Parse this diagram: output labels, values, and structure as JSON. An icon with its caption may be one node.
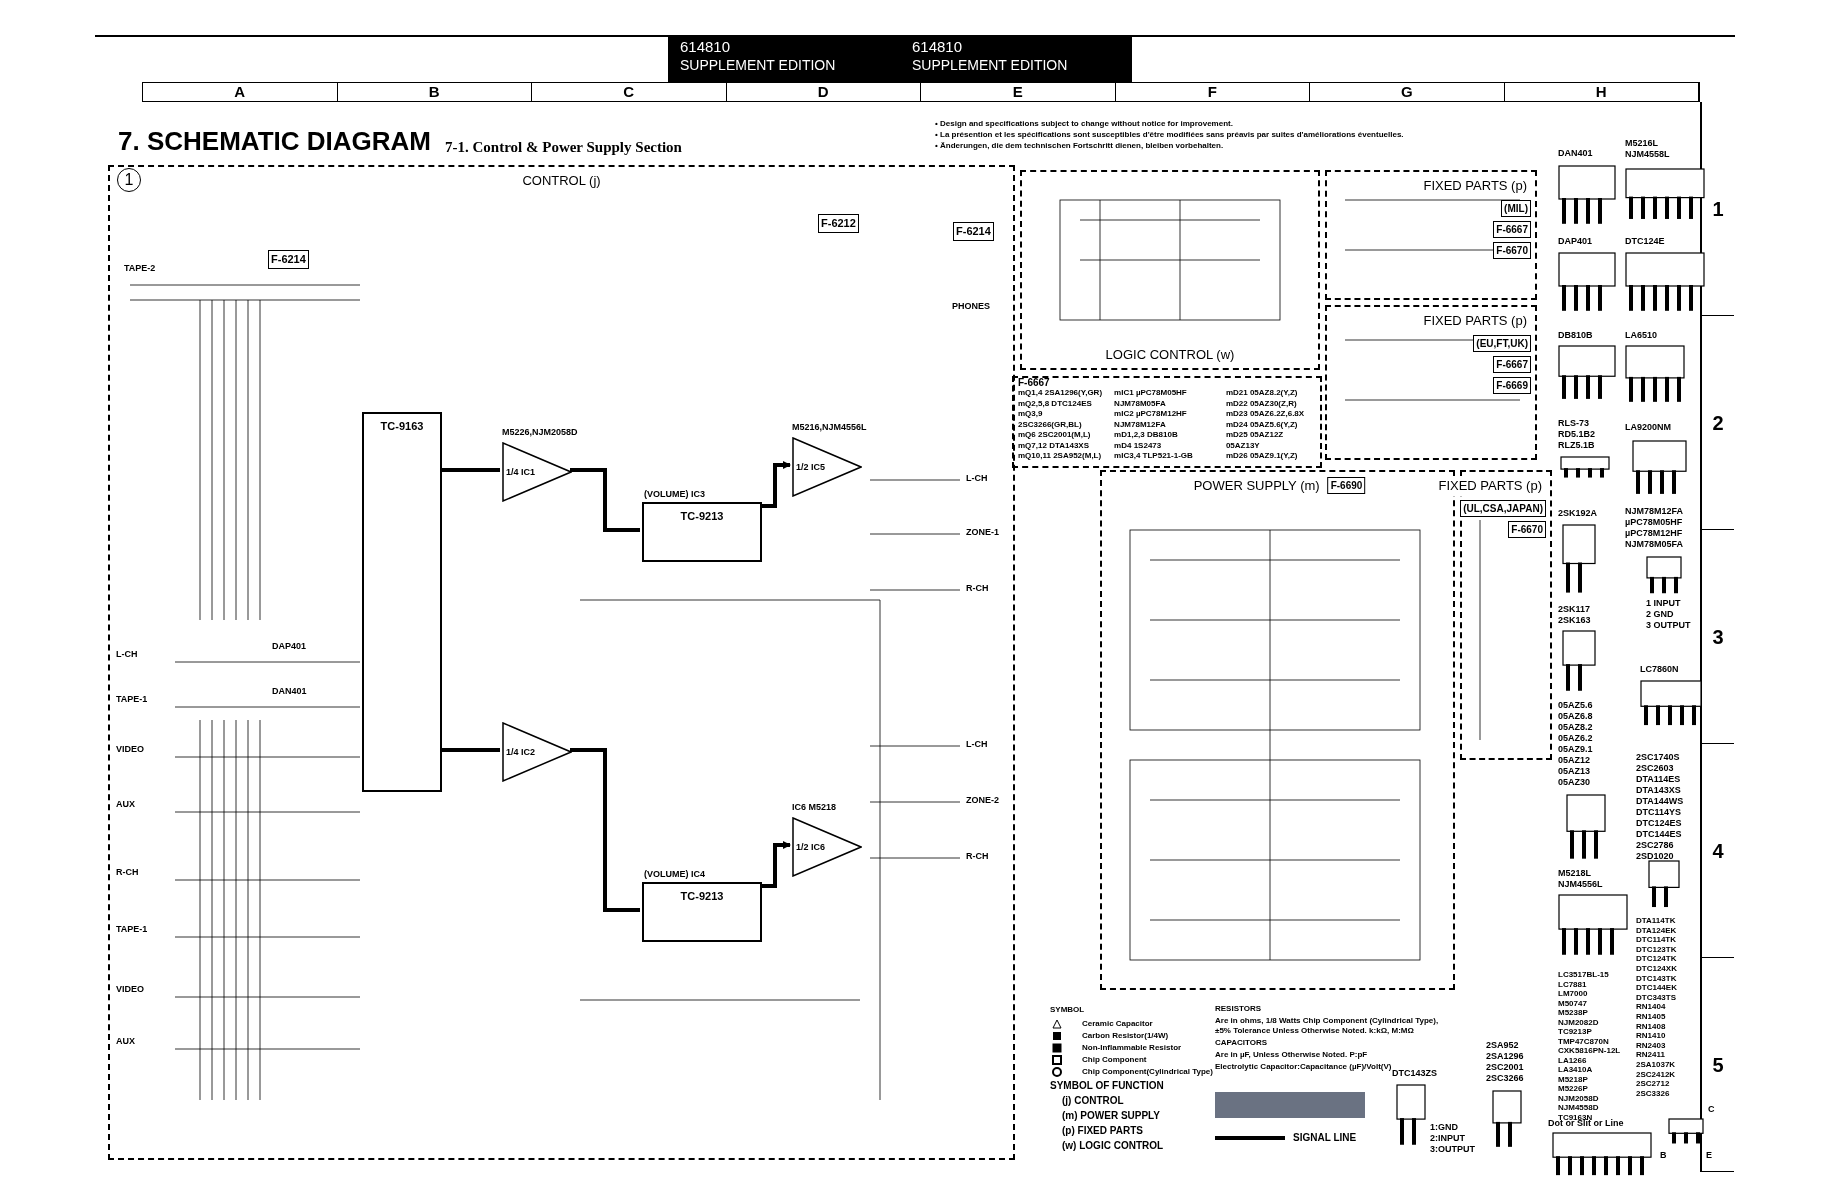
{
  "diagram": {
    "title": "7. SCHEMATIC DIAGRAM",
    "nodes": [
      {
        "text": [
          "CONTROL (j)"
        ]
      },
      {
        "text": [
          "TC-9163"
        ],
        "in": 0
      },
      {
        "text": [
          "1/4 IC1"
        ],
        "in": 0,
        "beside": [
          "M5226,NJM2058D"
        ]
      },
      {
        "text": [
          "TC-9213"
        ],
        "in": 0,
        "beside": [
          "(VOLUME) IC3"
        ]
      },
      {
        "text": [
          "1/2 IC5"
        ],
        "in": 0,
        "beside": [
          "M5216,NJM4556L"
        ]
      },
      {
        "text": [
          "1/4 IC2"
        ],
        "in": 0
      },
      {
        "text": [
          "TC-9213"
        ],
        "in": 0,
        "beside": [
          "(VOLUME) IC4"
        ]
      },
      {
        "text": [
          "1/2 IC6"
        ],
        "in": 0,
        "beside": [
          "IC6 M5218"
        ]
      },
      {
        "text": [
          "LOGIC CONTROL (w)"
        ]
      },
      {
        "text": [
          "FIXED PARTS (p)",
          "(MIL)",
          "F-6667",
          "F-6670"
        ]
      },
      {
        "text": [
          "FIXED PARTS (p)",
          "(EU,FT,UK)",
          "F-6667",
          "F-6669"
        ]
      },
      {
        "text": [
          "POWER SUPPLY (m)",
          "F-6690"
        ]
      },
      {
        "text": [
          "FIXED PARTS (p)",
          "(UL,CSA,JAPAN)",
          "F-6670"
        ]
      },
      {
        "text": [],
        "shape": "box"
      }
    ],
    "edges": [
      {
        "from": 1,
        "to": 2,
        "arrow": "none"
      },
      {
        "from": 2,
        "to": 3,
        "arrow": "none"
      },
      {
        "from": 3,
        "to": 4,
        "arrow": "to"
      },
      {
        "from": 1,
        "to": 5,
        "arrow": "none"
      },
      {
        "from": 5,
        "to": 6,
        "arrow": "none"
      },
      {
        "from": 6,
        "to": 7,
        "arrow": "to"
      }
    ],
    "labels": [
      "614810",
      "SUPPLEMENT EDITION",
      "614810",
      "SUPPLEMENT EDITION",
      "A",
      "B",
      "C",
      "D",
      "E",
      "F",
      "G",
      "H",
      "1",
      "2",
      "3",
      "4",
      "5",
      "7-1. Control & Power Supply Section",
      "• Design and specifications subject to change without notice for improvement.",
      "• La présention et les spécifications sont susceptibles d'être modifiées sans préavis par suites d'améliorations éventuelles.",
      "• Änderungen, die dem technischen Fortschritt dienen, bleiben vorbehalten.",
      "1",
      "TAPE-2",
      "L-CH",
      "TAPE-1",
      "VIDEO",
      "AUX",
      "R-CH",
      "TAPE-1",
      "VIDEO",
      "AUX",
      "F-6214",
      "F-6212",
      "F-6214",
      "DAP401",
      "DAN401",
      "PHONES",
      "L-CH",
      "ZONE-1",
      "R-CH",
      "L-CH",
      "ZONE-2",
      "R-CH",
      "F-6667",
      "mQ1,4 2SA1296(Y,GR)",
      "mQ2,5,8 DTC124ES",
      "mQ3,9 2SC3266(GR,BL)",
      "mQ6 2SC2001(M,L)",
      "mQ7,12 DTA143XS",
      "mQ10,11 2SA952(M,L)",
      "mIC1 µPC78M05HF NJM78M05FA",
      "mIC2 µPC78M12HF NJM78M12FA",
      "mD1,2,3 DB810B",
      "mD4 1S2473",
      "mIC3,4 TLP521-1-GB",
      "mD21 05AZ8.2(Y,Z)",
      "mD22 05AZ30(Z,R)",
      "mD23 05AZ6.2Z,6.8X",
      "mD24 05AZ5.6(Y,Z)",
      "mD25 05AZ12Z 05AZ13Y",
      "mD26 05AZ9.1(Y,Z)",
      "SYMBOL",
      "SYMBOL OF FUNCTION",
      "(j) CONTROL",
      "(m) POWER SUPPLY",
      "(p) FIXED PARTS",
      "(w) LOGIC CONTROL",
      "RESISTORS",
      "Are in ohms, 1/8 Watts Chip Component (Cylindrical Type), ±5% Tolerance Unless Otherwise Noted. k:kΩ, M:MΩ",
      "CAPACITORS",
      "Are in µF, Unless Otherwise Noted. P:pF",
      "Electrolytic Capacitor:Capacitance (µF)/Volt(V)",
      "DAN401",
      "M5216L",
      "NJM4558L",
      "DAP401",
      "DTC124E",
      "DB810B",
      "LA6510",
      "RLS-73",
      "RD5.1B2",
      "RLZ5.1B",
      "LA9200NM",
      "2SK192A",
      "NJM78M12FA",
      "µPC78M05HF",
      "µPC78M12HF",
      "NJM78M05FA",
      "1 INPUT",
      "2 GND",
      "3 OUTPUT",
      "2SK117",
      "2SK163",
      "LC7860N",
      "05AZ5.6",
      "05AZ6.8",
      "05AZ8.2",
      "05AZ6.2",
      "05AZ9.1",
      "05AZ12",
      "05AZ13",
      "05AZ30",
      "2SC1740S",
      "2SC2603",
      "DTA114ES",
      "DTA143XS",
      "DTA144WS",
      "DTC114YS",
      "DTC124ES",
      "DTC144ES",
      "2SC2786",
      "2SD1020",
      "M5218L",
      "NJM4556L",
      "LC3517BL-15",
      "LC7881",
      "LM7000",
      "M50747",
      "M5238P",
      "NJM2082D",
      "TC9213P",
      "TMP47C870N",
      "CXK5816PN-12L",
      "LA1266",
      "LA3410A",
      "M5218P",
      "M5226P",
      "NJM2058D",
      "NJM4558D",
      "TC9163N",
      "DTA114TK",
      "DTA124EK",
      "DTC114TK",
      "DTC123TK",
      "DTC124TK",
      "DTC124XK",
      "DTC143TK",
      "DTC144EK",
      "DTC343TS",
      "RN1404",
      "RN1405",
      "RN1408",
      "RN1410",
      "RN2403",
      "RN2411",
      "2SA1037K",
      "2SC2412K",
      "2SC2712",
      "2SC3326",
      "Dot or Slit or Line",
      "C",
      "B",
      "E",
      "DTC143ZS",
      "1:GND",
      "2:INPUT",
      "3:OUTPUT",
      "2SA952",
      "2SA1296",
      "2SC2001",
      "2SC3266"
    ],
    "legend": [
      {
        "text": "Ceramic Capacitor"
      },
      {
        "text": "Carbon Resistor(1/4W)"
      },
      {
        "text": "Non-Inflammable Resistor"
      },
      {
        "text": "Chip Component"
      },
      {
        "text": "Chip Component(Cylindrical Type)"
      },
      {
        "text": "SIGNAL LINE"
      }
    ]
  }
}
